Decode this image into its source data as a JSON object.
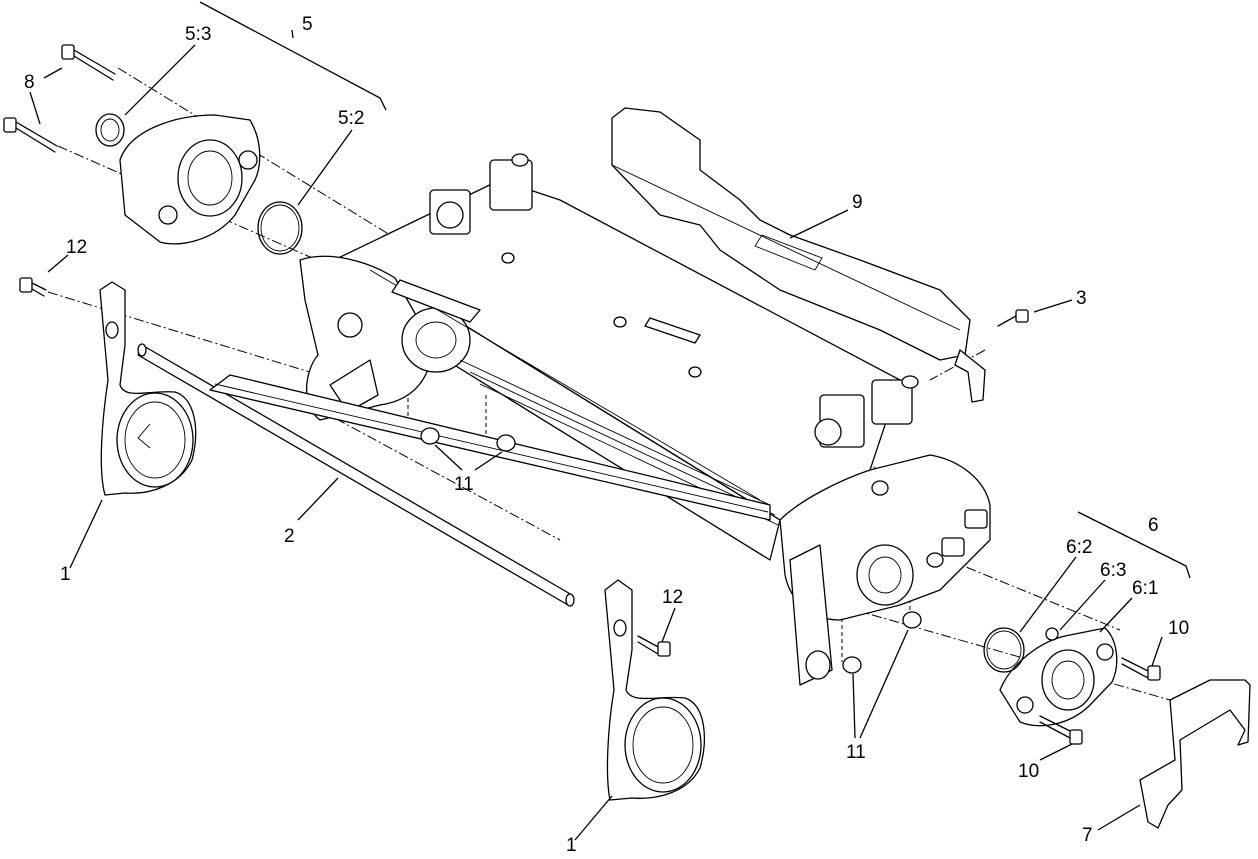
{
  "callouts": {
    "c1_left": "1",
    "c1_bottom": "1",
    "c2": "2",
    "c3": "3",
    "c5": "5",
    "c5_2": "5:2",
    "c5_3": "5:3",
    "c6": "6",
    "c6_1": "6:1",
    "c6_2": "6:2",
    "c6_3": "6:3",
    "c7": "7",
    "c8": "8",
    "c9": "9",
    "c10_top": "10",
    "c10_bottom": "10",
    "c11_center": "11",
    "c11_bottom": "11",
    "c12_top": "12",
    "c12_mid": "12"
  }
}
